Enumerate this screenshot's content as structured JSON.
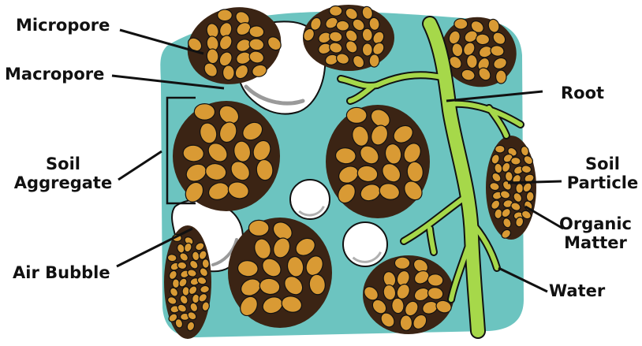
{
  "colors": {
    "water": "#6cc4c0",
    "particle": "#d99a34",
    "organic_matter": "#3b2414",
    "root": "#a6d84a",
    "air": "#ffffff",
    "outline": "#111111"
  },
  "labels": {
    "micropore": "Micropore",
    "macropore": "Macropore",
    "root": "Root",
    "soil_aggregate_line1": "Soil",
    "soil_aggregate_line2": "Aggregate",
    "soil_particle_line1": "Soil",
    "soil_particle_line2": "Particle",
    "organic_matter_line1": "Organic",
    "organic_matter_line2": "Matter",
    "air_bubble": "Air Bubble",
    "water": "Water"
  }
}
